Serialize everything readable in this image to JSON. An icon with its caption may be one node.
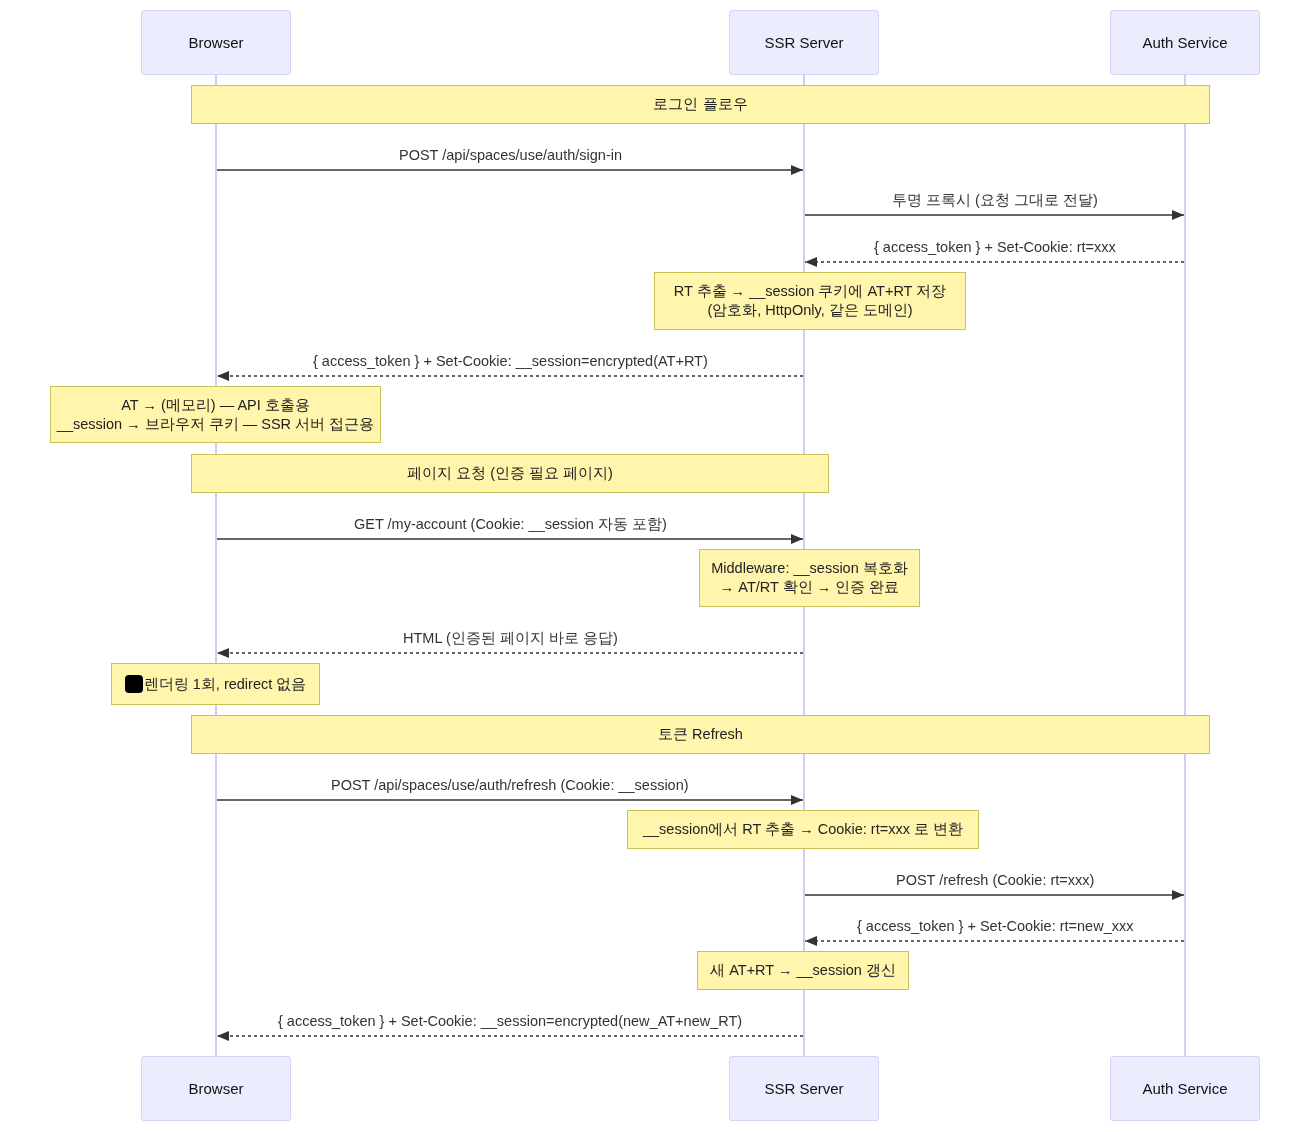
{
  "diagram": {
    "nodes": [
      {
        "text": [
          "Browser"
        ]
      },
      {
        "text": [
          "SSR Server"
        ]
      },
      {
        "text": [
          "Auth Service"
        ]
      },
      {
        "text": [],
        "shape": "line"
      },
      {
        "text": [],
        "shape": "line"
      },
      {
        "text": [],
        "shape": "line"
      },
      {
        "text": [
          "로그인 플로우"
        ]
      },
      {
        "text": [
          "RT 추출 → __session 쿠키에 AT+RT 저장 (암호화, HttpOnly, 같은 도메인)"
        ]
      },
      {
        "text": [
          "AT → (메모리) — API 호출용",
          "__session → 브라우저 쿠키 — SSR 서버 접근용"
        ]
      },
      {
        "text": [
          "페이지 요청 (인증 필요 페이지)"
        ]
      },
      {
        "text": [
          "Middleware: __session 복호화 → AT/RT 확인 → 인증 완료"
        ]
      },
      {
        "text": [
          "렌더링 1회, redirect 없음"
        ]
      },
      {
        "text": [
          "토큰 Refresh"
        ]
      },
      {
        "text": [
          "__session에서 RT 추출 → Cookie: rt=xxx 로 변환"
        ]
      },
      {
        "text": [
          "새 AT+RT → __session 갱신"
        ]
      },
      {
        "text": [
          "Browser"
        ]
      },
      {
        "text": [
          "SSR Server"
        ]
      },
      {
        "text": [
          "Auth Service"
        ]
      }
    ],
    "edges": [
      {
        "from": 3,
        "to": 4,
        "arrow": "to",
        "label": "POST /api/spaces/use/auth/sign-in"
      },
      {
        "from": 4,
        "to": 5,
        "arrow": "to",
        "label": "투명 프록시 (요청 그대로 전달)"
      },
      {
        "from": 5,
        "to": 4,
        "arrow": "to",
        "label": "{ access_token } + Set-Cookie: rt=xxx",
        "style": "dashed"
      },
      {
        "from": 4,
        "to": 3,
        "arrow": "to",
        "label": "{ access_token } + Set-Cookie: __session=encrypted(AT+RT)",
        "style": "dashed"
      },
      {
        "from": 3,
        "to": 4,
        "arrow": "to",
        "label": "GET /my-account (Cookie: __session 자동 포함)"
      },
      {
        "from": 4,
        "to": 3,
        "arrow": "to",
        "label": "HTML (인증된 페이지 바로 응답)",
        "style": "dashed"
      },
      {
        "from": 3,
        "to": 4,
        "arrow": "to",
        "label": "POST /api/spaces/use/auth/refresh (Cookie: __session)"
      },
      {
        "from": 4,
        "to": 5,
        "arrow": "to",
        "label": "POST /refresh (Cookie: rt=xxx)"
      },
      {
        "from": 5,
        "to": 4,
        "arrow": "to",
        "label": "{ access_token } + Set-Cookie: rt=new_xxx",
        "style": "dashed"
      },
      {
        "from": 4,
        "to": 3,
        "arrow": "to",
        "label": "{ access_token } + Set-Cookie: __session=encrypted(new_AT+new_RT)",
        "style": "dashed"
      }
    ]
  }
}
